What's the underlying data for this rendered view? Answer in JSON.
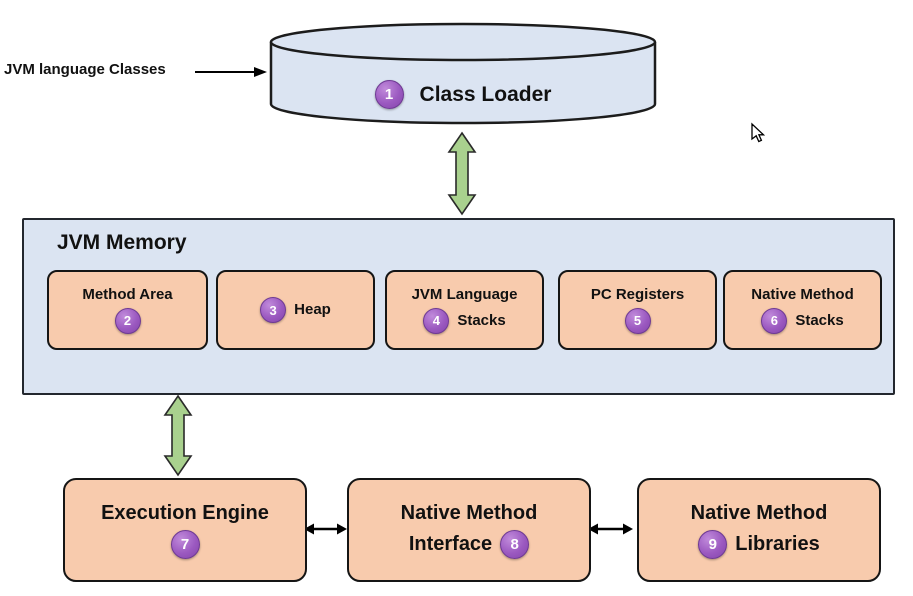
{
  "diagram": {
    "input_label": "JVM language Classes",
    "class_loader": {
      "badge": "1",
      "label": "Class Loader"
    },
    "jvm_memory": {
      "title": "JVM Memory",
      "method_area": {
        "badge": "2",
        "label": "Method Area"
      },
      "heap": {
        "badge": "3",
        "label": "Heap"
      },
      "jvm_language_stacks": {
        "badge": "4",
        "line1": "JVM Language",
        "line2": "Stacks"
      },
      "pc_registers": {
        "badge": "5",
        "label": "PC Registers"
      },
      "native_method_stacks": {
        "badge": "6",
        "line1": "Native Method",
        "line2": "Stacks"
      }
    },
    "execution_engine": {
      "badge": "7",
      "label": "Execution Engine"
    },
    "native_method_interface": {
      "badge": "8",
      "line1": "Native Method",
      "line2": "Interface"
    },
    "native_method_libraries": {
      "badge": "9",
      "line1": "Native Method",
      "line2": "Libraries"
    }
  },
  "colors": {
    "container_fill": "#dbe4f2",
    "component_fill": "#f8cbad",
    "badge_fill": "#9b59c0",
    "green_arrow_fill": "#a9d18e",
    "outline": "#1c1c1c"
  }
}
